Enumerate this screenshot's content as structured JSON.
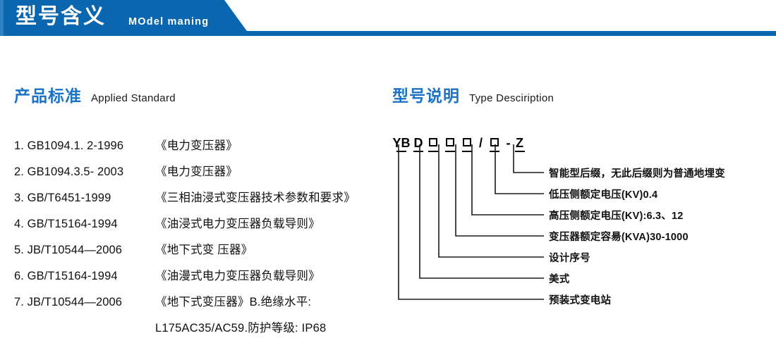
{
  "banner": {
    "title_cn": "型号含义",
    "title_en": "MOdel maning",
    "accent_color": "#0A67AF",
    "edge_color": "#2B82C4"
  },
  "sections": {
    "left": {
      "title_cn": "产品标准",
      "title_en": "Applied Standard",
      "heading_color": "#1A73C4"
    },
    "right": {
      "title_cn": "型号说明",
      "title_en": "Type Desciription",
      "heading_color": "#1A73C4"
    }
  },
  "standards": [
    {
      "index": "1.",
      "code": "GB1094.1. 2-1996",
      "name": "《电力变压器》"
    },
    {
      "index": "2.",
      "code": "GB1094.3.5- 2003",
      "name": "《电力变压器》"
    },
    {
      "index": "3.",
      "code": "GB/T6451-1999",
      "name": "《三相油浸式变压器技术参数和要求》"
    },
    {
      "index": "4.",
      "code": "GB/T15164-1994",
      "name": "《油浸式电力变压器负载导则》"
    },
    {
      "index": "5.",
      "code": "JB/T10544—2006",
      "name": "《地下式变 压器》"
    },
    {
      "index": "6.",
      "code": "GB/T15164-1994",
      "name": "《油漫式电力变压器负载导则》"
    },
    {
      "index": "7.",
      "code": "JB/T10544—2006",
      "name": "《地下式变压器》B.绝缘水平:"
    },
    {
      "index": "",
      "code": "",
      "name": "L175AC35/AC59.防护等级: IP68"
    }
  ],
  "type_code": {
    "tokens": [
      {
        "text": "YB",
        "kind": "text"
      },
      {
        "text": "D",
        "kind": "text"
      },
      {
        "text": "",
        "kind": "box"
      },
      {
        "text": "",
        "kind": "box"
      },
      {
        "text": "",
        "kind": "box"
      },
      {
        "text": "/",
        "kind": "sep"
      },
      {
        "text": "",
        "kind": "box"
      },
      {
        "text": "-",
        "kind": "sep"
      },
      {
        "text": "Z",
        "kind": "text"
      }
    ],
    "display": "YB D □□□/□ - Z",
    "labels": [
      "智能型后缀，无此后缀则为普通地埋变",
      "低压侧额定电压(KV)0.4",
      "高压侧额定电压(KV):6.3、12",
      "变压器额定容昜(KVA)30-1000",
      "设计序号",
      "美式",
      "预装式变电站"
    ]
  }
}
